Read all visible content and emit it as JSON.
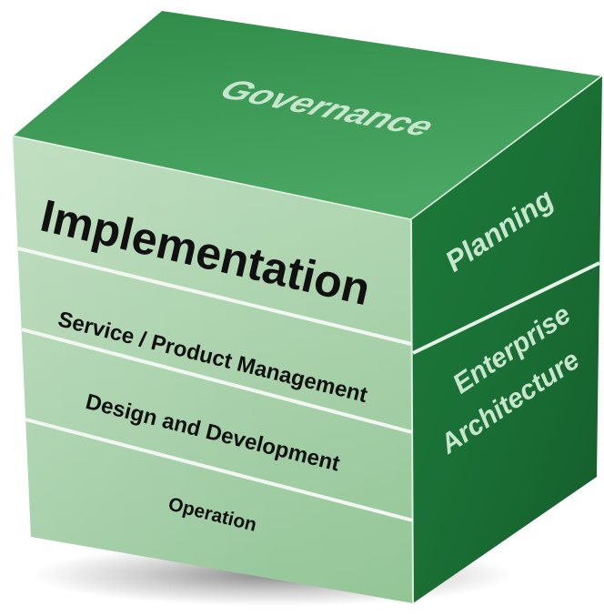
{
  "top_face": {
    "label": "Governance"
  },
  "front_face": {
    "title": "Implementation",
    "layers": [
      "Service / Product Management",
      "Design and Development",
      "Operation"
    ]
  },
  "side_face": {
    "upper_label": "Planning",
    "lower_label_line1": "Enterprise",
    "lower_label_line2": "Architecture"
  },
  "colors": {
    "top_face": "#3d9a56",
    "front_face": "#a7d1a9",
    "side_face": "#1d7438",
    "divider": "#f2f7f2",
    "front_text": "#111111",
    "top_and_side_text": "#c8e6cd"
  }
}
